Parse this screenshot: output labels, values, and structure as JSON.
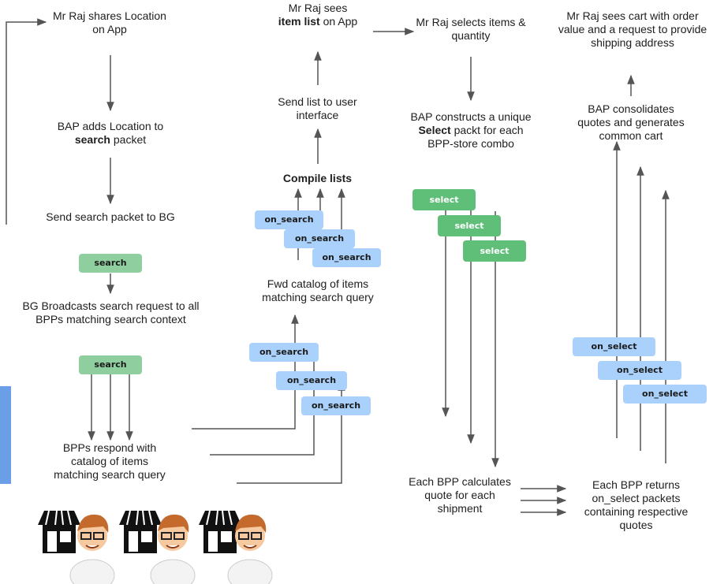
{
  "col1": {
    "t1": "Mr Raj shares Location on App",
    "t2_pre": "BAP adds Location to",
    "t2_bold": "search",
    "t2_post": "packet",
    "t3": "Send search packet to BG",
    "pkt1": "search",
    "t4": "BG Broadcasts search request to all BPPs matching search context",
    "pkt2": "search",
    "t5": "BPPs respond with catalog of items matching search query"
  },
  "col2": {
    "t1_pre": "Mr Raj sees",
    "t1_bold": "item list",
    "t1_post": "on App",
    "t2": "Send list to user interface",
    "t3": "Compile lists",
    "pkt_a": "on_search",
    "pkt_b": "on_search",
    "pkt_c": "on_search",
    "t4": "Fwd catalog of items matching search query",
    "pkt_d": "on_search",
    "pkt_e": "on_search",
    "pkt_f": "on_search"
  },
  "col3": {
    "t1": "Mr Raj selects items & quantity",
    "t2_pre": "BAP constructs a unique",
    "t2_bold": "Select",
    "t2_post": "packt for each BPP-store combo",
    "pkt_a": "select",
    "pkt_b": "select",
    "pkt_c": "select",
    "t3": "Each BPP calculates quote for each shipment"
  },
  "col4": {
    "t1": "Mr Raj sees cart with order value and a request to provide shipping address",
    "t2": "BAP consolidates quotes and generates common cart",
    "pkt_a": "on_select",
    "pkt_b": "on_select",
    "pkt_c": "on_select",
    "t3": "Each BPP returns on_select packets containing respective quotes"
  },
  "colors": {
    "line": "#555555",
    "packet_green": "#8fcf9f",
    "packet_green_dark": "#5fbf79",
    "packet_blue": "#a9d1fb",
    "sidebar": "#6a9fe8"
  },
  "icons": [
    "store-icon",
    "person-icon"
  ]
}
